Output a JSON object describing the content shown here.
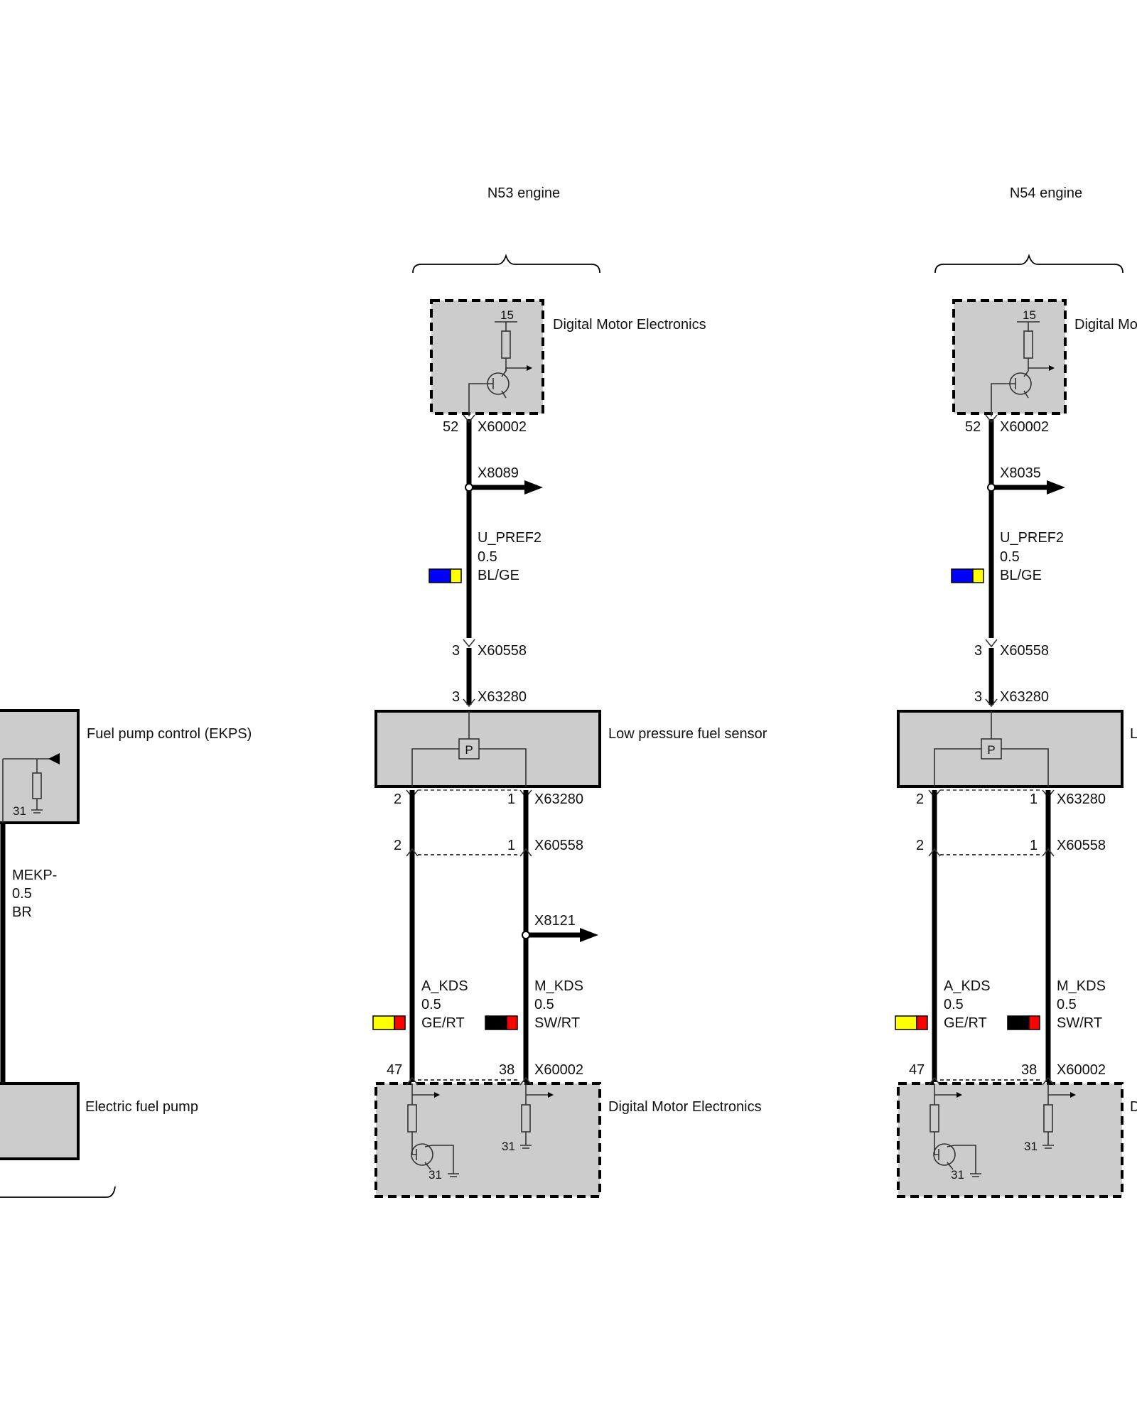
{
  "section_labels": {
    "n53": "N53 engine",
    "n54": "N54 engine"
  },
  "left": {
    "ekps_label": "Fuel pump control (EKPS)",
    "ekps_ground": "31",
    "wire_signal": "MEKP-",
    "wire_size": "0.5",
    "wire_color": "BR",
    "pump_label": "Electric fuel pump"
  },
  "n53": {
    "dme_top_label": "Digital Motor Electronics",
    "dme_top_terminal": "15",
    "pin_52": "52",
    "conn_x60002": "X60002",
    "splice": "X8089",
    "wire_signal": "U_PREF2",
    "wire_size": "0.5",
    "wire_color": "BL/GE",
    "pin_3": "3",
    "conn_x60558": "X60558",
    "conn_x63280": "X63280",
    "sensor_label": "Low pressure fuel sensor",
    "sensor_symbol": "P",
    "pin_2": "2",
    "pin_1": "1",
    "splice_b": "X8121",
    "wire_a_signal": "A_KDS",
    "wire_a_size": "0.5",
    "wire_a_color": "GE/RT",
    "wire_m_signal": "M_KDS",
    "wire_m_size": "0.5",
    "wire_m_color": "SW/RT",
    "pin_47": "47",
    "pin_38": "38",
    "dme_bottom_label": "Digital Motor Electronics",
    "ground_31": "31"
  },
  "n54": {
    "dme_top_label": "Digital Mo",
    "dme_top_terminal": "15",
    "pin_52": "52",
    "conn_x60002": "X60002",
    "splice": "X8035",
    "wire_signal": "U_PREF2",
    "wire_size": "0.5",
    "wire_color": "BL/GE",
    "pin_3": "3",
    "conn_x60558": "X60558",
    "conn_x63280": "X63280",
    "sensor_label": "L",
    "sensor_symbol": "P",
    "pin_2": "2",
    "pin_1": "1",
    "wire_a_signal": "A_KDS",
    "wire_a_size": "0.5",
    "wire_a_color": "GE/RT",
    "wire_m_signal": "M_KDS",
    "wire_m_size": "0.5",
    "wire_m_color": "SW/RT",
    "pin_47": "47",
    "pin_38": "38",
    "dme_bottom_label": "D",
    "ground_31": "31"
  },
  "colors": {
    "blue": "#0000ff",
    "yellow": "#ffff00",
    "red": "#ff0000",
    "black": "#000000",
    "component_fill": "#cccccc"
  }
}
